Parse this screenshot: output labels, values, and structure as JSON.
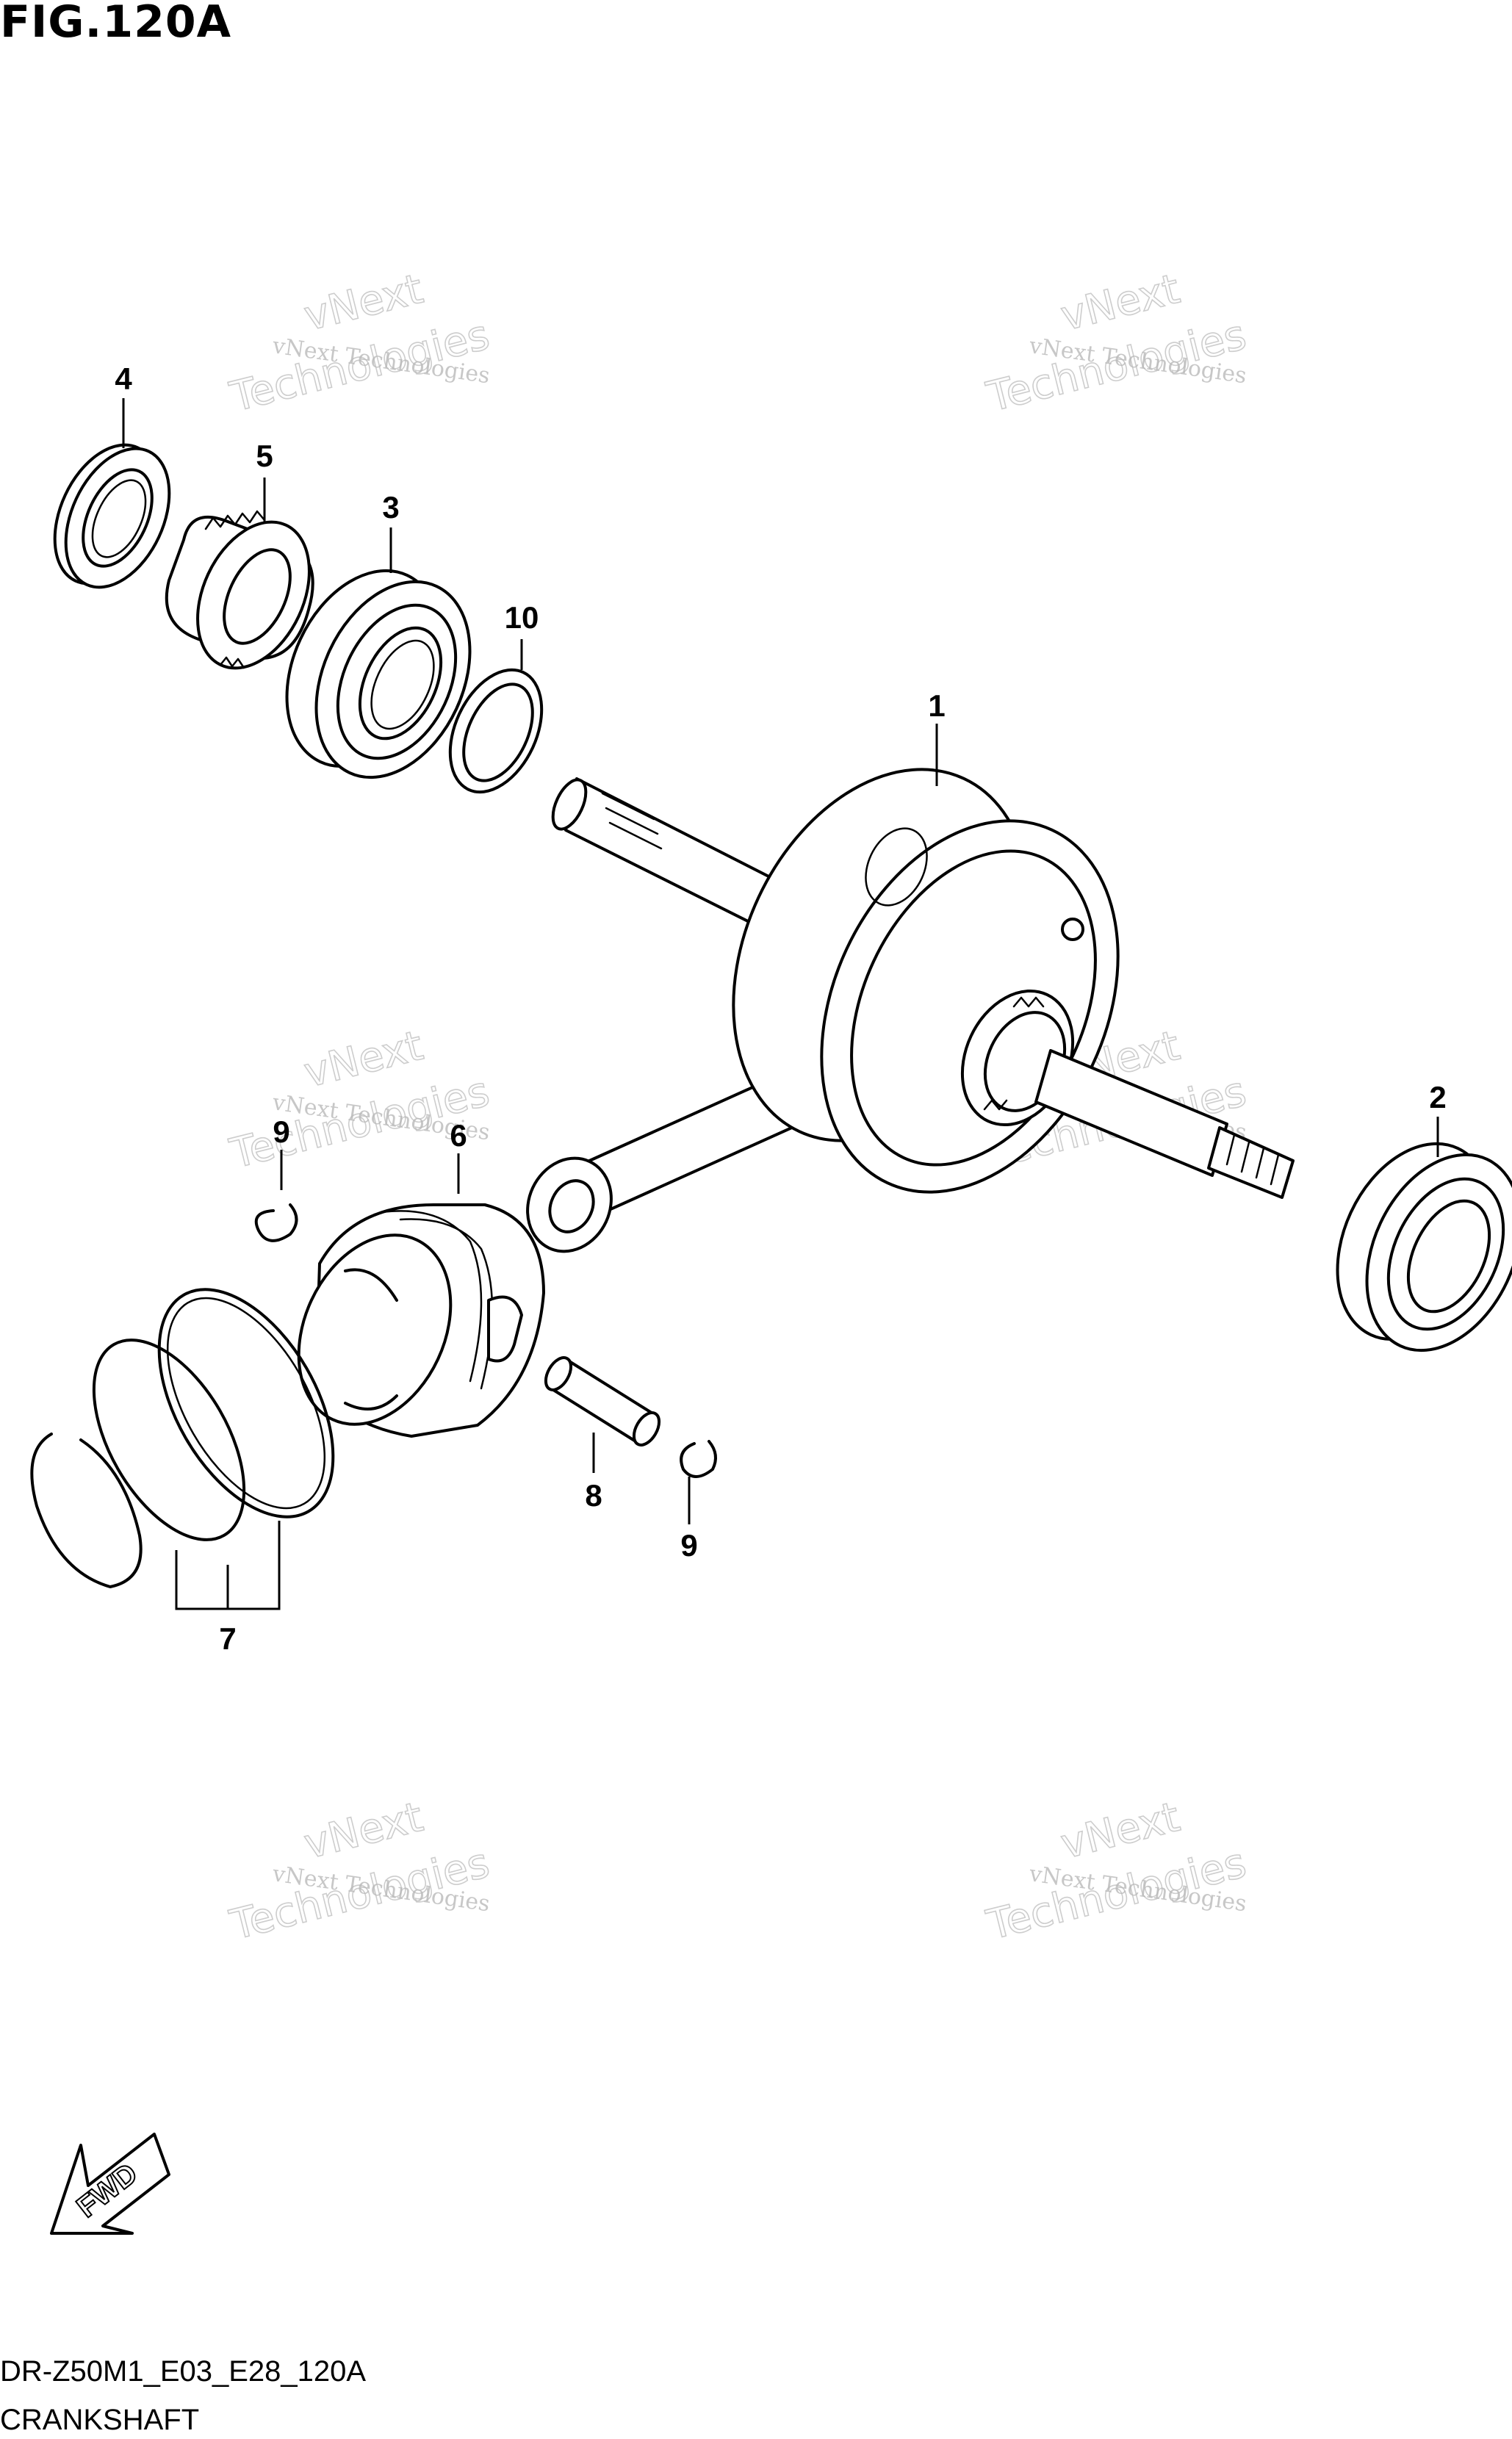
{
  "figure": {
    "title": "FIG.120A",
    "code": "DR-Z50M1_E03_E28_120A",
    "name": "CRANKSHAFT"
  },
  "callouts": {
    "p1": "1",
    "p2": "2",
    "p3": "3",
    "p4": "4",
    "p5": "5",
    "p6": "6",
    "p7": "7",
    "p8": "8",
    "p9a": "9",
    "p9b": "9",
    "p10": "10"
  },
  "watermark": {
    "line1": "vNext Technologies",
    "line2": "vNext",
    "line3": "Technologies"
  },
  "fwd": {
    "label": "FWD"
  }
}
